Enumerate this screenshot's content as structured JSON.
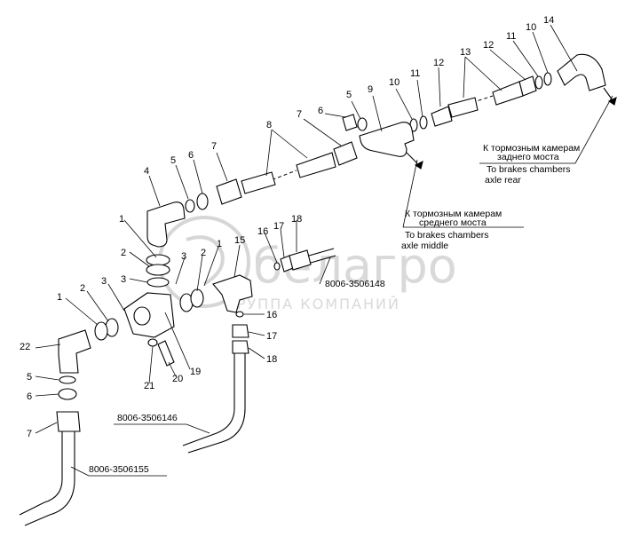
{
  "watermark": {
    "brand": "белагро",
    "subtitle": "ГРУППА КОМПАНИЙ"
  },
  "destinations": [
    {
      "ru_line1": "К тормозным камерам",
      "ru_line2": "заднего моста",
      "en_line1": "To brakes chambers",
      "en_line2": "axle rear"
    },
    {
      "ru_line1": "К тормозным камерам",
      "ru_line2": "среднего моста",
      "en_line1": "To brakes chambers",
      "en_line2": "axle middle"
    }
  ],
  "part_codes": {
    "pipe_a": "8006-3506148",
    "pipe_b": "8006-3506146",
    "pipe_c": "8006-3506155"
  },
  "callouts": [
    "1",
    "2",
    "3",
    "4",
    "5",
    "6",
    "7",
    "8",
    "9",
    "10",
    "11",
    "12",
    "13",
    "14",
    "15",
    "16",
    "17",
    "18",
    "19",
    "20",
    "21",
    "22"
  ],
  "colors": {
    "line": "#000000",
    "background": "#ffffff",
    "watermark": "#d6d6d6"
  }
}
